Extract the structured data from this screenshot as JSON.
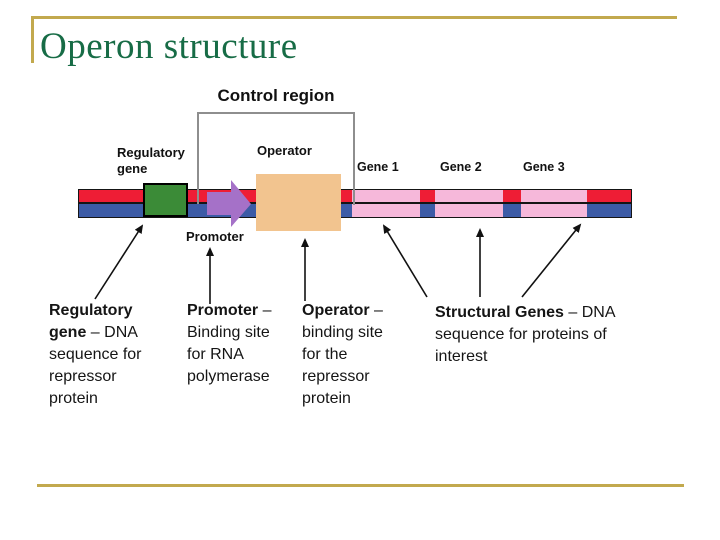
{
  "slide": {
    "title": "Operon structure",
    "colors": {
      "accent_line": "#C2A94E",
      "title_text": "#176C46"
    }
  },
  "diagram": {
    "control_region_label": "Control region",
    "regulatory_gene_label": "Regulatory gene",
    "operator_label": "Operator",
    "promoter_label": "Promoter",
    "genes": [
      {
        "label": "Gene 1"
      },
      {
        "label": "Gene 2"
      },
      {
        "label": "Gene 3"
      }
    ],
    "colors": {
      "dna_top_strand": "#EE1D35",
      "dna_bottom_strand": "#3C5BA6",
      "regulatory_gene_box": "#3B8B37",
      "promoter_arrow": "#A571C8",
      "operator_box": "#F2C48F",
      "structural_gene_box": "#F6B8DA",
      "bracket": "#8E8E8E",
      "annotation_arrow": "#111111"
    }
  },
  "notes": [
    {
      "bold": "Regulatory gene",
      "rest": " – DNA sequence for repressor protein"
    },
    {
      "bold": "Promoter",
      "rest": " – Binding site for RNA polymerase"
    },
    {
      "bold": "Operator",
      "rest": " – binding site for the repressor protein"
    },
    {
      "bold": "Structural Genes",
      "rest": " – DNA sequence for proteins of interest"
    }
  ]
}
